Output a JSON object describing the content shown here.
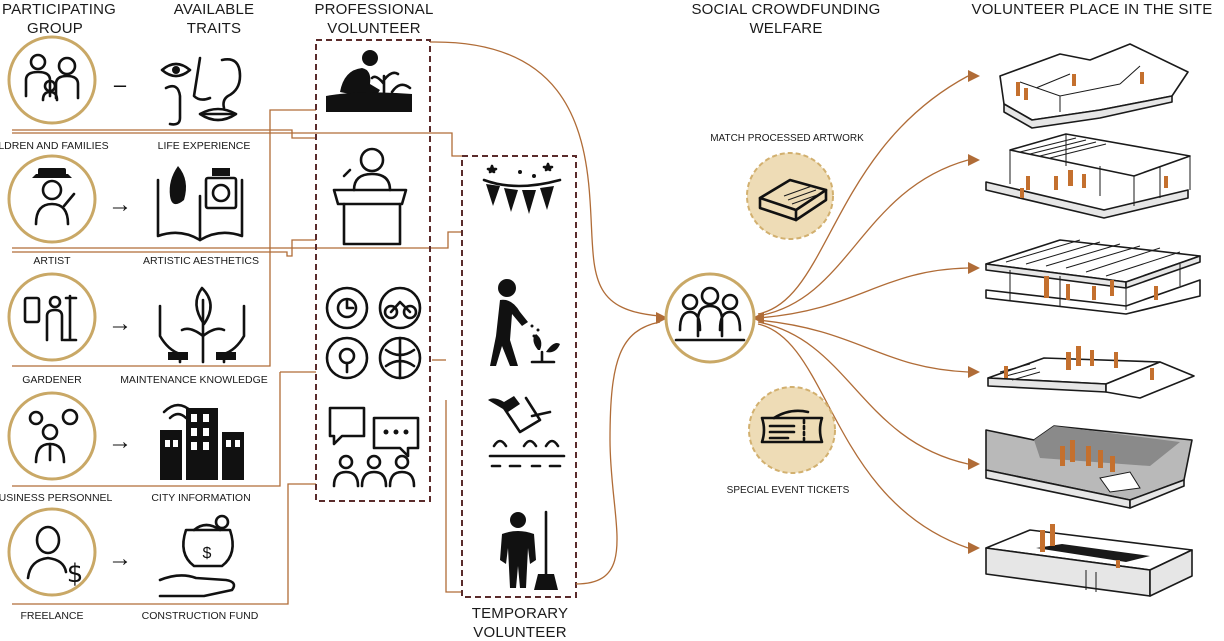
{
  "headers": {
    "participating_group": [
      "PARTICIPATING",
      "GROUP"
    ],
    "available_traits": [
      "AVAILABLE",
      "TRAITS"
    ],
    "professional_volunteer": [
      "PROFESSIONAL",
      "VOLUNTEER"
    ],
    "temporary_volunteer": [
      "TEMPORARY",
      "VOLUNTEER"
    ],
    "social_crowdfunding": [
      "SOCIAL CROWDFUNDING",
      "WELFARE"
    ],
    "volunteer_place": [
      "VOLUNTEER PLACE IN THE SITE"
    ]
  },
  "groups": [
    {
      "label": "ILDREN AND FAMILIES",
      "icon": "family-icon",
      "connector": "–"
    },
    {
      "label": "ARTIST",
      "icon": "artist-icon",
      "connector": "→"
    },
    {
      "label": "GARDENER",
      "icon": "gardener-icon",
      "connector": "→"
    },
    {
      "label": "BUSINESS PERSONNEL",
      "icon": "business-person-icon",
      "connector": "→"
    },
    {
      "label": "FREELANCE",
      "icon": "freelancer-icon",
      "connector": "→"
    }
  ],
  "traits": [
    {
      "label": "LIFE EXPERIENCE",
      "icon": "senses-icon"
    },
    {
      "label": "ARTISTIC AESTHETICS",
      "icon": "art-book-icon"
    },
    {
      "label": "MAINTENANCE KNOWLEDGE",
      "icon": "plant-hands-icon"
    },
    {
      "label": "CITY INFORMATION",
      "icon": "city-icon"
    },
    {
      "label": "CONSTRUCTION FUND",
      "icon": "money-bag-icon"
    }
  ],
  "professional_volunteer_icons": [
    "planting-icon",
    "lecture-podium-icon",
    "activities-icon",
    "discussion-icon"
  ],
  "temporary_volunteer_icons": [
    "bunting-icon",
    "gardening-person-icon",
    "watering-can-icon",
    "cleaning-person-icon"
  ],
  "crowdfunding": {
    "top_label": "MATCH PROCESSED ARTWORK",
    "bottom_label": "SPECIAL EVENT TICKETS",
    "hub_icon": "community-group-icon",
    "top_icon": "artwork-box-icon",
    "bottom_icon": "ticket-icon"
  },
  "site_places": [
    "courtyard-building",
    "pavilion-building",
    "roof-frame-building",
    "stage-platform",
    "dark-hall",
    "walled-enclosure"
  ],
  "colors": {
    "gold": "#c9a866",
    "flow": "#b06c37",
    "person": "#c4702e",
    "dashed_box": "#5a2b2b"
  }
}
